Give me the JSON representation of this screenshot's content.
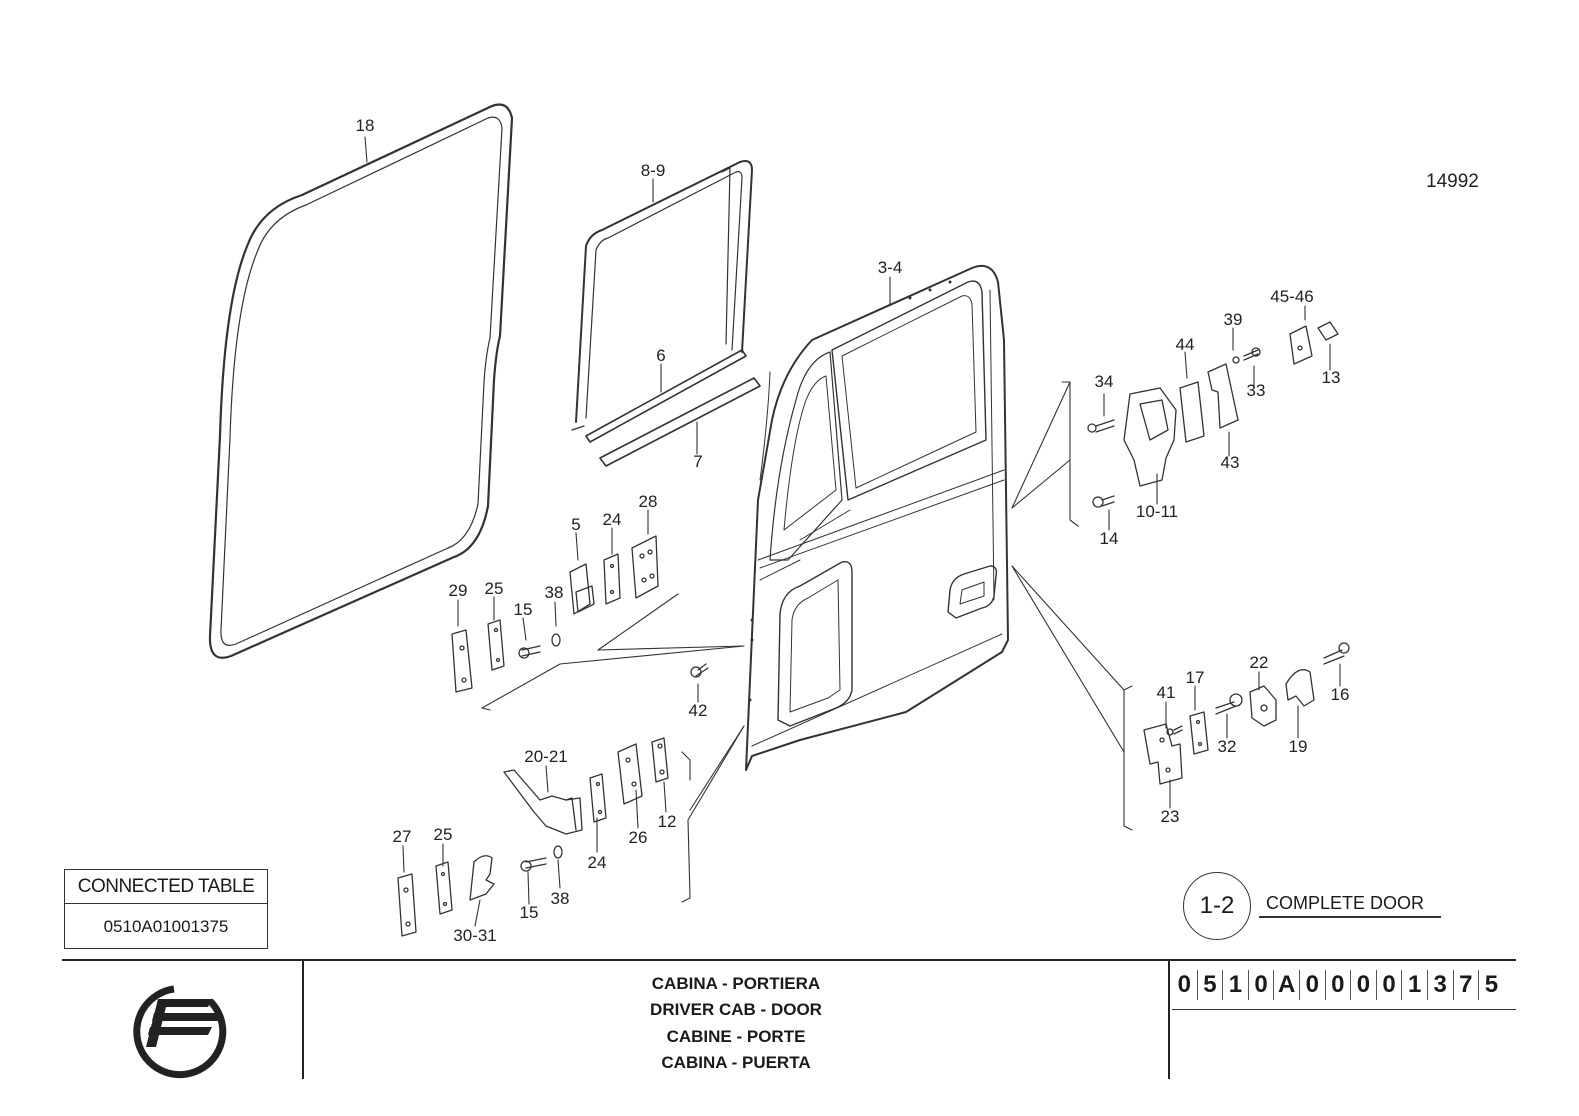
{
  "drawing_number": "14992",
  "part_labels": [
    {
      "id": "18",
      "text": "18"
    },
    {
      "id": "8-9",
      "text": "8-9"
    },
    {
      "id": "6",
      "text": "6"
    },
    {
      "id": "7",
      "text": "7"
    },
    {
      "id": "3-4",
      "text": "3-4"
    },
    {
      "id": "45-46",
      "text": "45-46"
    },
    {
      "id": "39",
      "text": "39"
    },
    {
      "id": "44",
      "text": "44"
    },
    {
      "id": "34",
      "text": "34"
    },
    {
      "id": "33",
      "text": "33"
    },
    {
      "id": "13",
      "text": "13"
    },
    {
      "id": "43",
      "text": "43"
    },
    {
      "id": "10-11",
      "text": "10-11"
    },
    {
      "id": "14",
      "text": "14"
    },
    {
      "id": "28",
      "text": "28"
    },
    {
      "id": "5",
      "text": "5"
    },
    {
      "id": "24a",
      "text": "24"
    },
    {
      "id": "29",
      "text": "29"
    },
    {
      "id": "25a",
      "text": "25"
    },
    {
      "id": "15a",
      "text": "15"
    },
    {
      "id": "38a",
      "text": "38"
    },
    {
      "id": "42",
      "text": "42"
    },
    {
      "id": "22",
      "text": "22"
    },
    {
      "id": "41",
      "text": "41"
    },
    {
      "id": "17",
      "text": "17"
    },
    {
      "id": "16",
      "text": "16"
    },
    {
      "id": "32",
      "text": "32"
    },
    {
      "id": "19",
      "text": "19"
    },
    {
      "id": "23",
      "text": "23"
    },
    {
      "id": "20-21",
      "text": "20-21"
    },
    {
      "id": "12",
      "text": "12"
    },
    {
      "id": "26",
      "text": "26"
    },
    {
      "id": "24b",
      "text": "24"
    },
    {
      "id": "27",
      "text": "27"
    },
    {
      "id": "25b",
      "text": "25"
    },
    {
      "id": "15b",
      "text": "15"
    },
    {
      "id": "38b",
      "text": "38"
    },
    {
      "id": "30-31",
      "text": "30-31"
    }
  ],
  "connected_table": {
    "title": "CONNECTED TABLE",
    "code": "0510A01001375"
  },
  "sheet": {
    "number": "1-2",
    "title": "COMPLETE DOOR"
  },
  "title_block": {
    "titles": [
      "CABINA - PORTIERA",
      "DRIVER CAB - DOOR",
      "CABINE - PORTE",
      "CABINA - PUERTA"
    ],
    "code_chars": [
      "0",
      "5",
      "1",
      "0",
      "A",
      "0",
      "0",
      "0",
      "0",
      "1",
      "3",
      "7",
      "5"
    ]
  },
  "colors": {
    "line": "#333333",
    "background": "#ffffff"
  }
}
